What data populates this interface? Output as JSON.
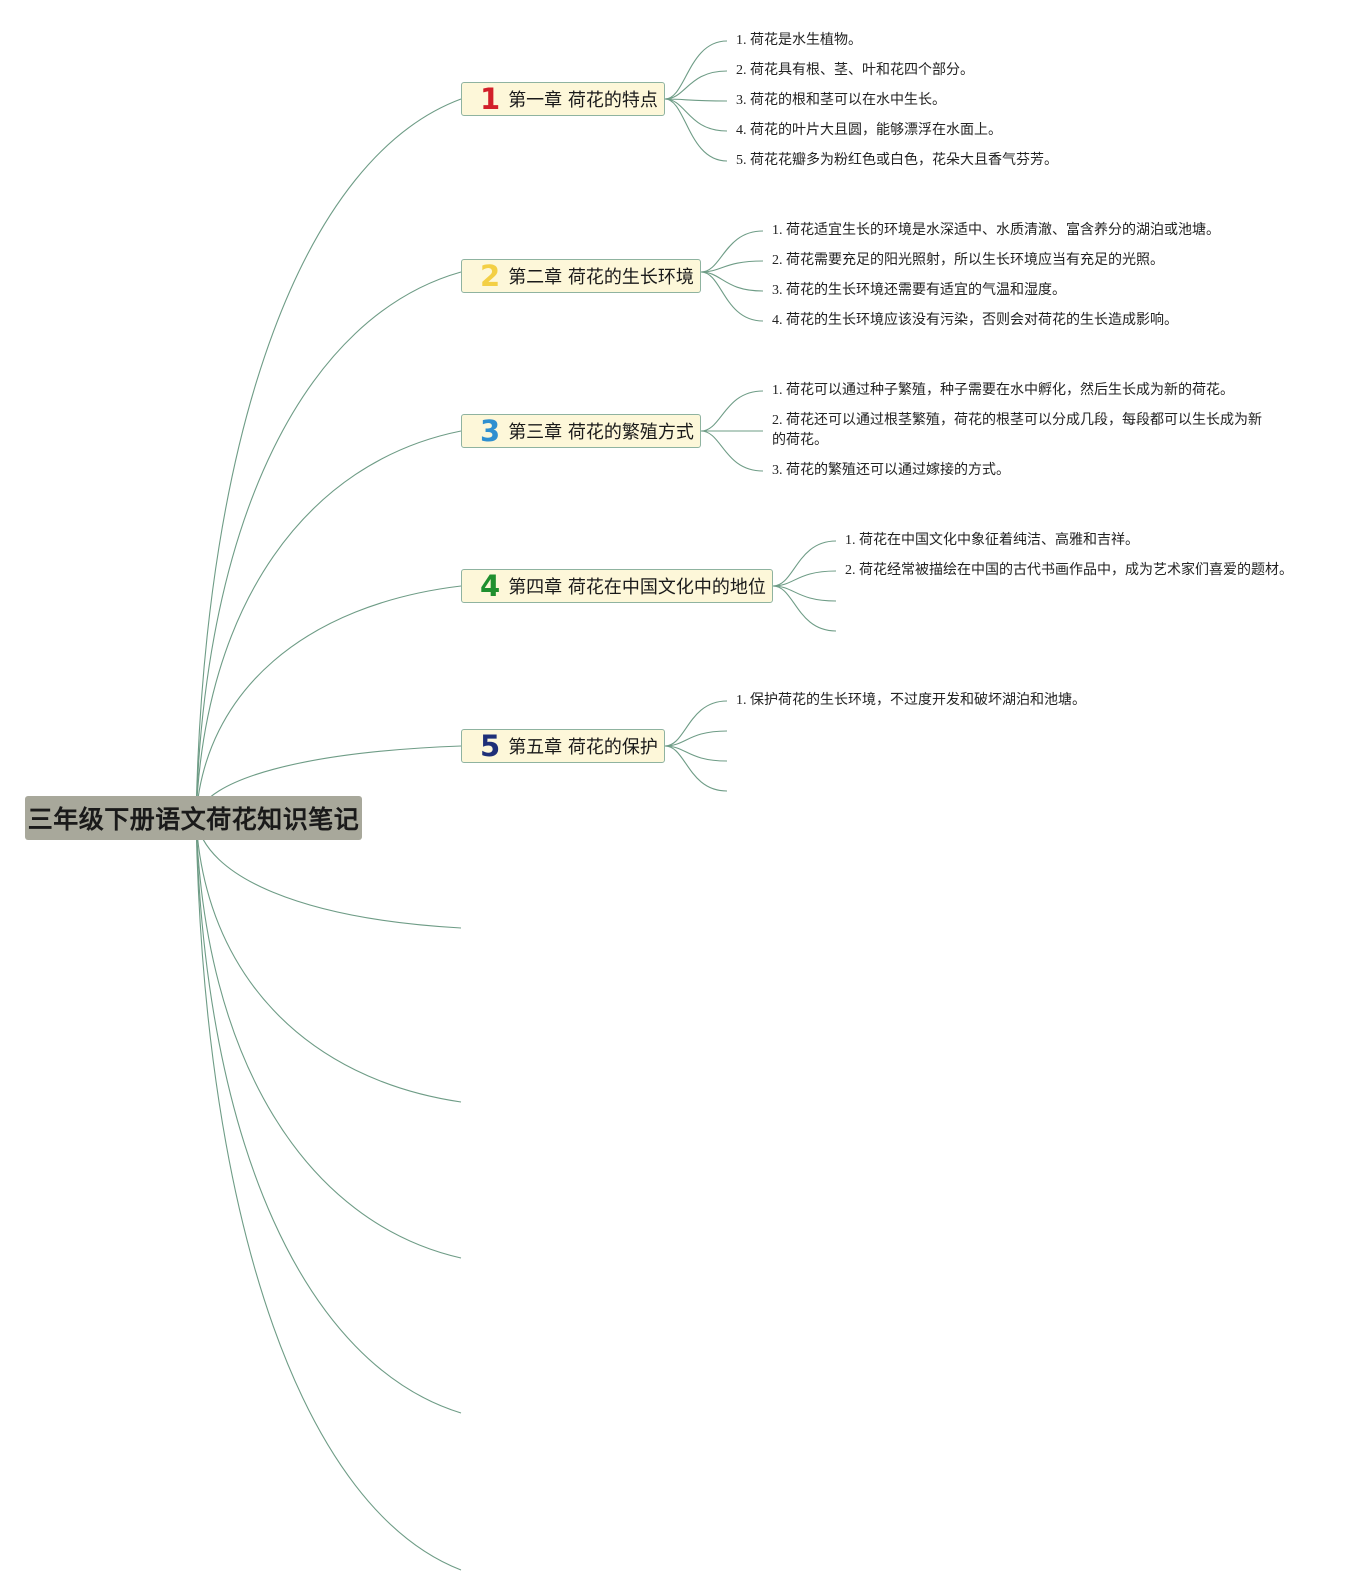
{
  "root": {
    "title": "三年级下册语文荷花知识笔记",
    "color": "#a8a89b"
  },
  "line_color": "#6e9c86",
  "topic_fill": "#fdf7d9",
  "topics": [
    {
      "num": "1",
      "num_color": "#d21f2a",
      "label": "第一章 荷花的特点",
      "notes": [
        "1. 荷花是水生植物。",
        "2. 荷花具有根、茎、叶和花四个部分。",
        "3. 荷花的根和茎可以在水中生长。",
        "4. 荷花的叶片大且圆，能够漂浮在水面上。",
        "5. 荷花花瓣多为粉红色或白色，花朵大且香气芬芳。"
      ]
    },
    {
      "num": "2",
      "num_color": "#f3cf45",
      "label": "第二章 荷花的生长环境",
      "notes": [
        "1. 荷花适宜生长的环境是水深适中、水质清澈、富含养分的湖泊或池塘。",
        "2. 荷花需要充足的阳光照射，所以生长环境应当有充足的光照。",
        "3. 荷花的生长环境还需要有适宜的气温和湿度。",
        "4. 荷花的生长环境应该没有污染，否则会对荷花的生长造成影响。"
      ]
    },
    {
      "num": "3",
      "num_color": "#2f8fd0",
      "label": "第三章 荷花的繁殖方式",
      "notes": [
        "1. 荷花可以通过种子繁殖，种子需要在水中孵化，然后生长成为新的荷花。",
        "2. 荷花还可以通过根茎繁殖，荷花的根茎可以分成几段，每段都可以生长成为新的荷花。",
        "3. 荷花的繁殖还可以通过嫁接的方式。"
      ]
    },
    {
      "num": "4",
      "num_color": "#1f8f2e",
      "label": "第四章 荷花在中国文化中的地位",
      "notes": [
        "1. 荷花在中国文化中象征着纯洁、高雅和吉祥。",
        "2. 荷花经常被描绘在中国的古代书画作品中，成为艺术家们喜爱的题材。"
      ]
    },
    {
      "num": "5",
      "num_color": "#1e2f78",
      "label": "第五章 荷花的保护",
      "notes": [
        "1. 保护荷花的生长环境，不过度开发和破坏湖泊和池塘。"
      ]
    }
  ]
}
